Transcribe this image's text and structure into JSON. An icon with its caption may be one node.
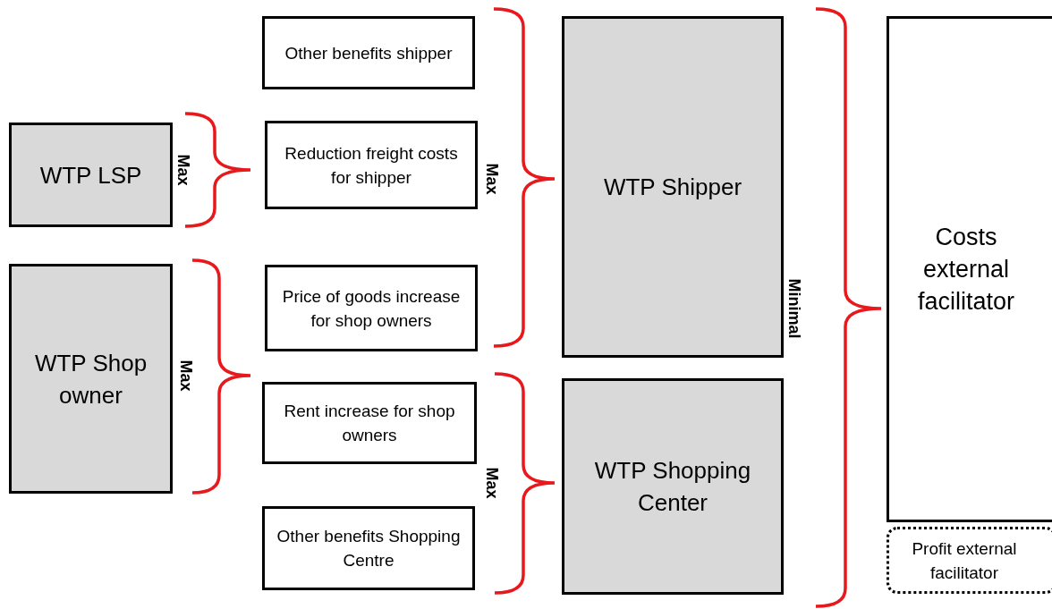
{
  "diagram": {
    "nodes": [
      {
        "text": [
          "WTP LSP"
        ]
      },
      {
        "text": [
          "WTP Shop owner"
        ]
      },
      {
        "text": [
          "Other benefits shipper"
        ]
      },
      {
        "text": [
          "Reduction freight costs for shipper"
        ]
      },
      {
        "text": [
          "Price of goods increase for shop owners"
        ]
      },
      {
        "text": [
          "Rent increase for shop owners"
        ]
      },
      {
        "text": [
          "Other benefits Shopping Centre"
        ]
      },
      {
        "text": [
          "WTP Shipper"
        ]
      },
      {
        "text": [
          "WTP Shopping Center"
        ]
      },
      {
        "text": [
          "Costs external facilitator"
        ]
      },
      {
        "text": [
          "Profit external facilitator"
        ]
      }
    ],
    "labels": [
      "Max",
      "Max",
      "Max",
      "Max",
      "Minimal"
    ]
  }
}
